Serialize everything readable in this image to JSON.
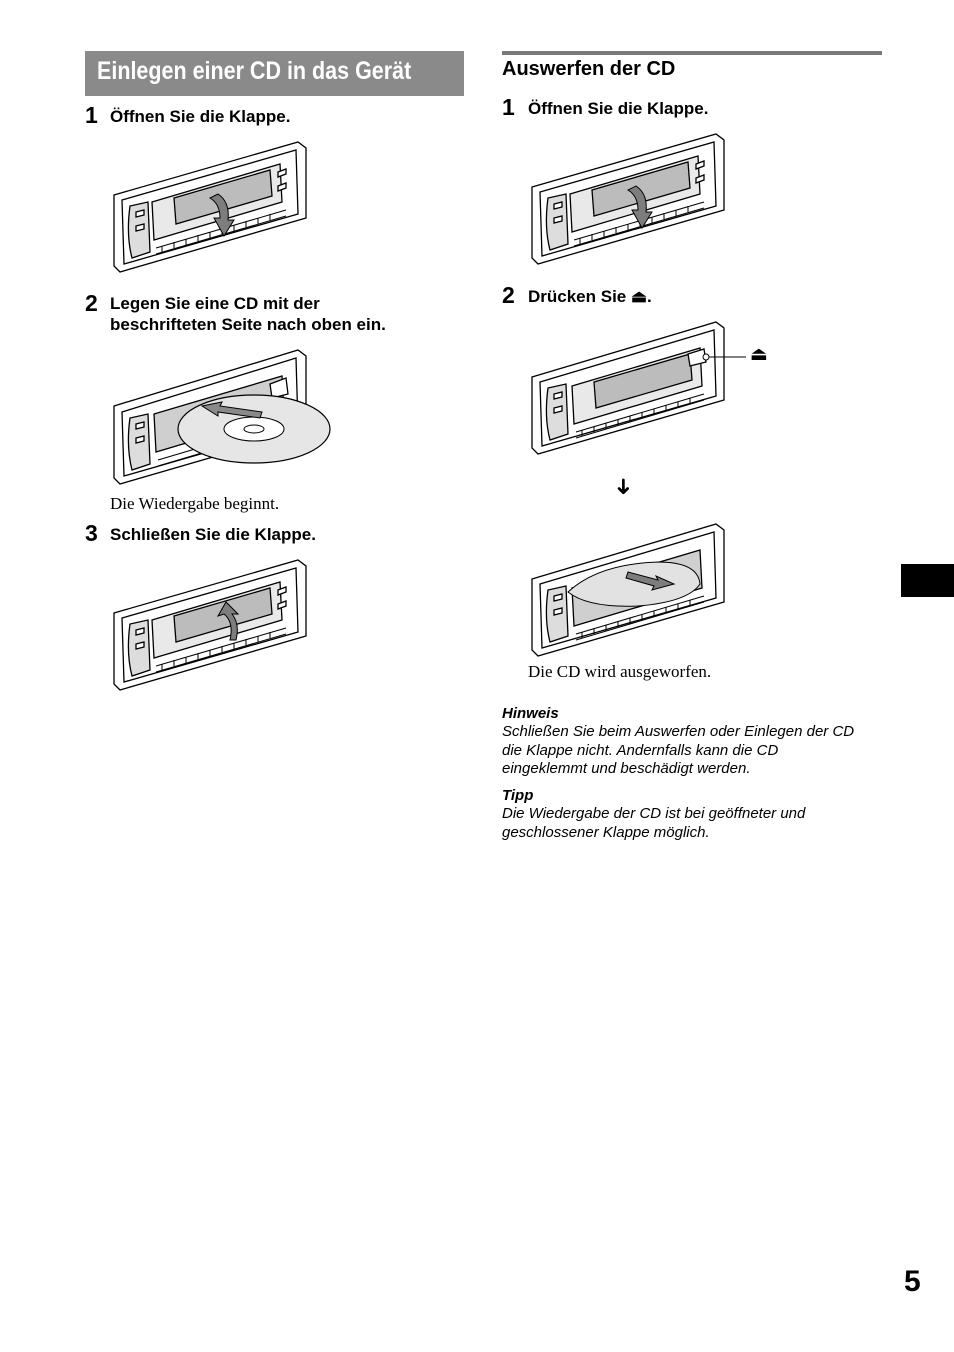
{
  "left_section": {
    "title": "Einlegen einer CD in das Gerät",
    "steps": [
      {
        "number": "1",
        "text": "Öffnen Sie die Klappe."
      },
      {
        "number": "2",
        "text_line1": "Legen Sie eine CD mit der",
        "text_line2": "beschrifteten Seite nach oben ein."
      },
      {
        "number": "3",
        "text": "Schließen Sie die Klappe."
      }
    ],
    "result_text": "Die Wiedergabe beginnt."
  },
  "right_section": {
    "title": "Auswerfen der CD",
    "steps": [
      {
        "number": "1",
        "text": "Öffnen Sie die Klappe."
      },
      {
        "number": "2",
        "text": "Drücken Sie ⏏."
      }
    ],
    "eject_symbol": "⏏",
    "down_arrow": "➜",
    "result_text": "Die CD wird ausgeworfen.",
    "note": {
      "heading": "Hinweis",
      "lines": [
        "Schließen Sie beim Auswerfen oder Einlegen der CD",
        "die Klappe nicht. Andernfalls kann die CD",
        "eingeklemmt und beschädigt werden."
      ]
    },
    "tip": {
      "heading": "Tipp",
      "lines": [
        "Die Wiedergabe der CD ist bei geöffneter und",
        "geschlossener Klappe möglich."
      ]
    }
  },
  "page_number": "5"
}
